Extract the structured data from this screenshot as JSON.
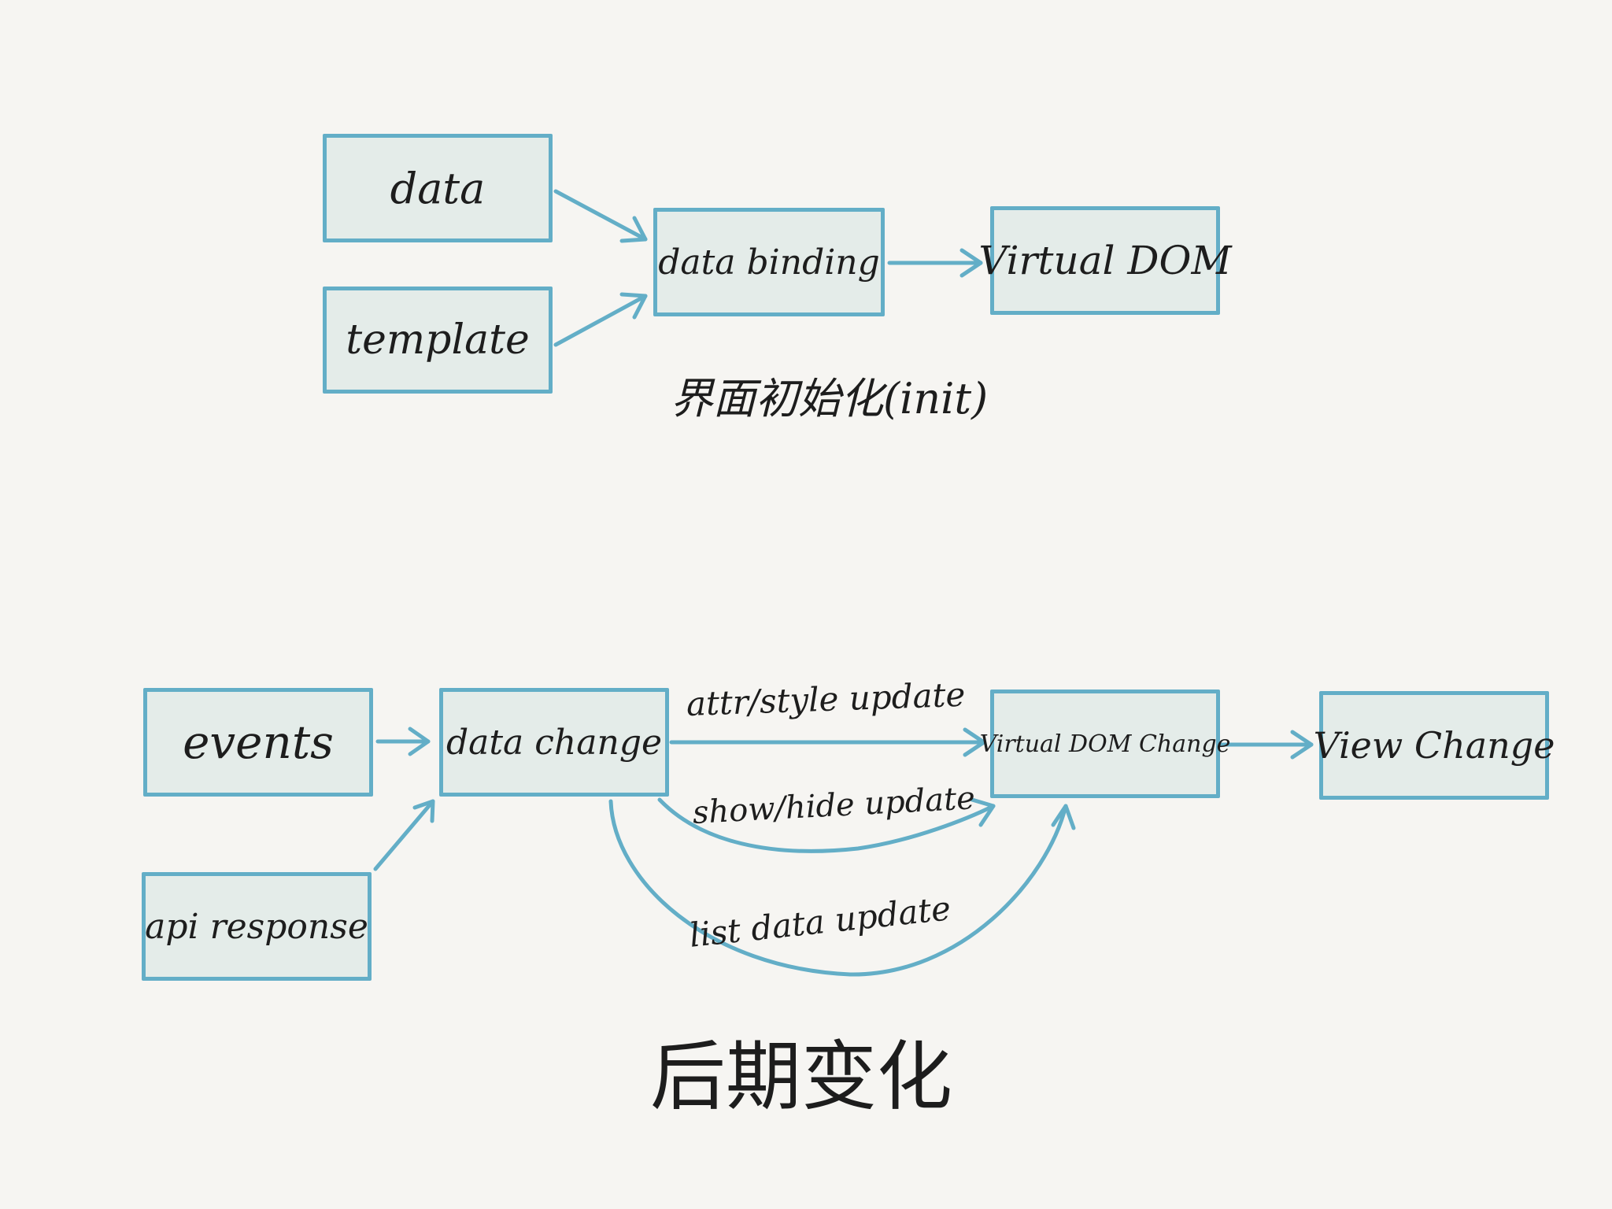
{
  "colors": {
    "background": "#f6f5f2",
    "box_fill": "#e4ece9",
    "stroke": "#63aec7",
    "ink": "#1d1d1d"
  },
  "init": {
    "nodes": {
      "data": "data",
      "template": "template",
      "data_binding": "data binding",
      "virtual_dom": "Virtual DOM"
    },
    "caption": "界面初始化(init)"
  },
  "later": {
    "nodes": {
      "events": "events",
      "api_response": "api response",
      "data_change": "data change",
      "virtual_dom_change": "Virtual DOM Change",
      "view_change": "View Change"
    },
    "edge_labels": {
      "attr_style": "attr/style update",
      "show_hide": "show/hide update",
      "list_data": "list data update"
    },
    "caption": "后期变化"
  }
}
